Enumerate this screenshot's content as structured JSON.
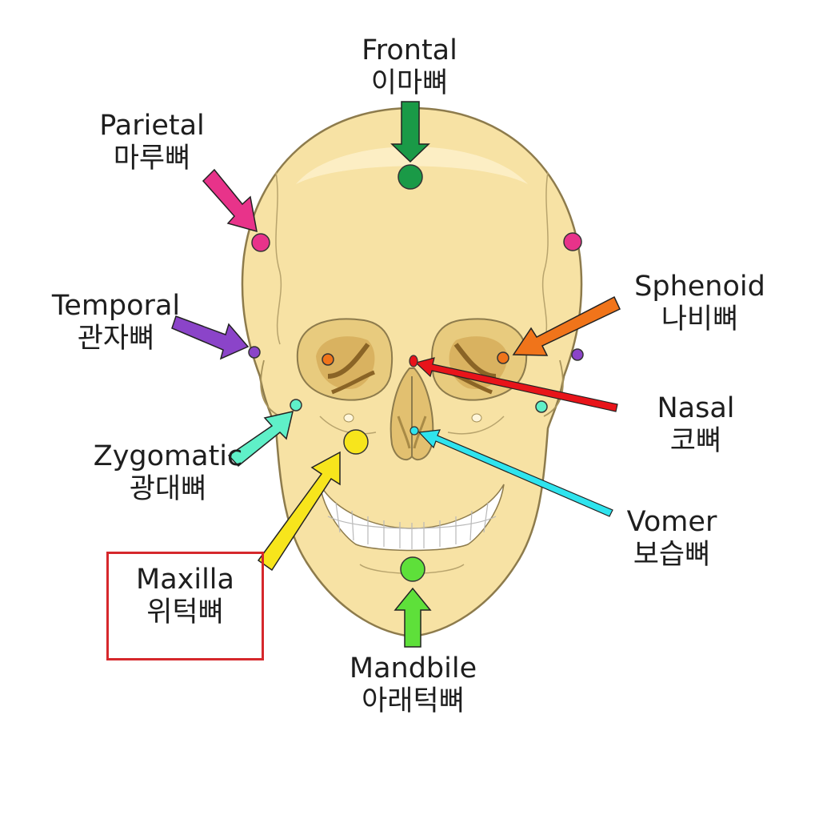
{
  "labels": {
    "frontal": {
      "en": "Frontal",
      "ko": "이마뼈"
    },
    "parietal": {
      "en": "Parietal",
      "ko": "마루뼈"
    },
    "temporal": {
      "en": "Temporal",
      "ko": "관자뼈"
    },
    "zygomatic": {
      "en": "Zygomatic",
      "ko": "광대뼈"
    },
    "maxilla": {
      "en": "Maxilla",
      "ko": "위턱뼈"
    },
    "mandible": {
      "en": "Mandbile",
      "ko": "아래턱뼈"
    },
    "sphenoid": {
      "en": "Sphenoid",
      "ko": "나비뼈"
    },
    "nasal": {
      "en": "Nasal",
      "ko": "코뼈"
    },
    "vomer": {
      "en": "Vomer",
      "ko": "보습뼈"
    }
  },
  "colors": {
    "frontal": "#1a9a47",
    "parietal": "#e8338a",
    "temporal": "#8b44c9",
    "zygomatic": "#5ff0c8",
    "maxilla": "#f7e51c",
    "mandible": "#5ee03a",
    "sphenoid": "#f0741a",
    "nasal": "#e8141a",
    "vomer": "#2fe4ee",
    "bone": "#f7e2a4",
    "highlight_box": "#d6282c"
  },
  "highlighted": "maxilla"
}
